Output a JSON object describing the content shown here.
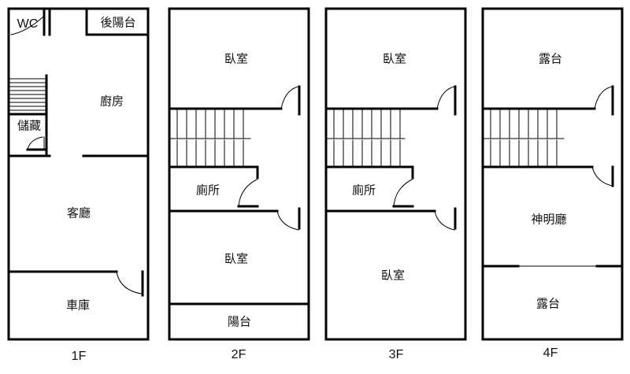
{
  "floors": [
    {
      "label": "1F",
      "rooms": {
        "wc": "WC",
        "rear_balcony": "後陽台",
        "kitchen": "廚房",
        "storage": "儲藏",
        "living_room": "客廳",
        "garage": "車庫"
      }
    },
    {
      "label": "2F",
      "rooms": {
        "bedroom_front": "臥室",
        "toilet": "廁所",
        "bedroom_rear": "臥室",
        "balcony": "陽台"
      }
    },
    {
      "label": "3F",
      "rooms": {
        "bedroom_front": "臥室",
        "toilet": "廁所",
        "bedroom_rear": "臥室"
      }
    },
    {
      "label": "4F",
      "rooms": {
        "terrace_front": "露台",
        "shrine_hall": "神明廳",
        "terrace_rear": "露台"
      }
    }
  ]
}
